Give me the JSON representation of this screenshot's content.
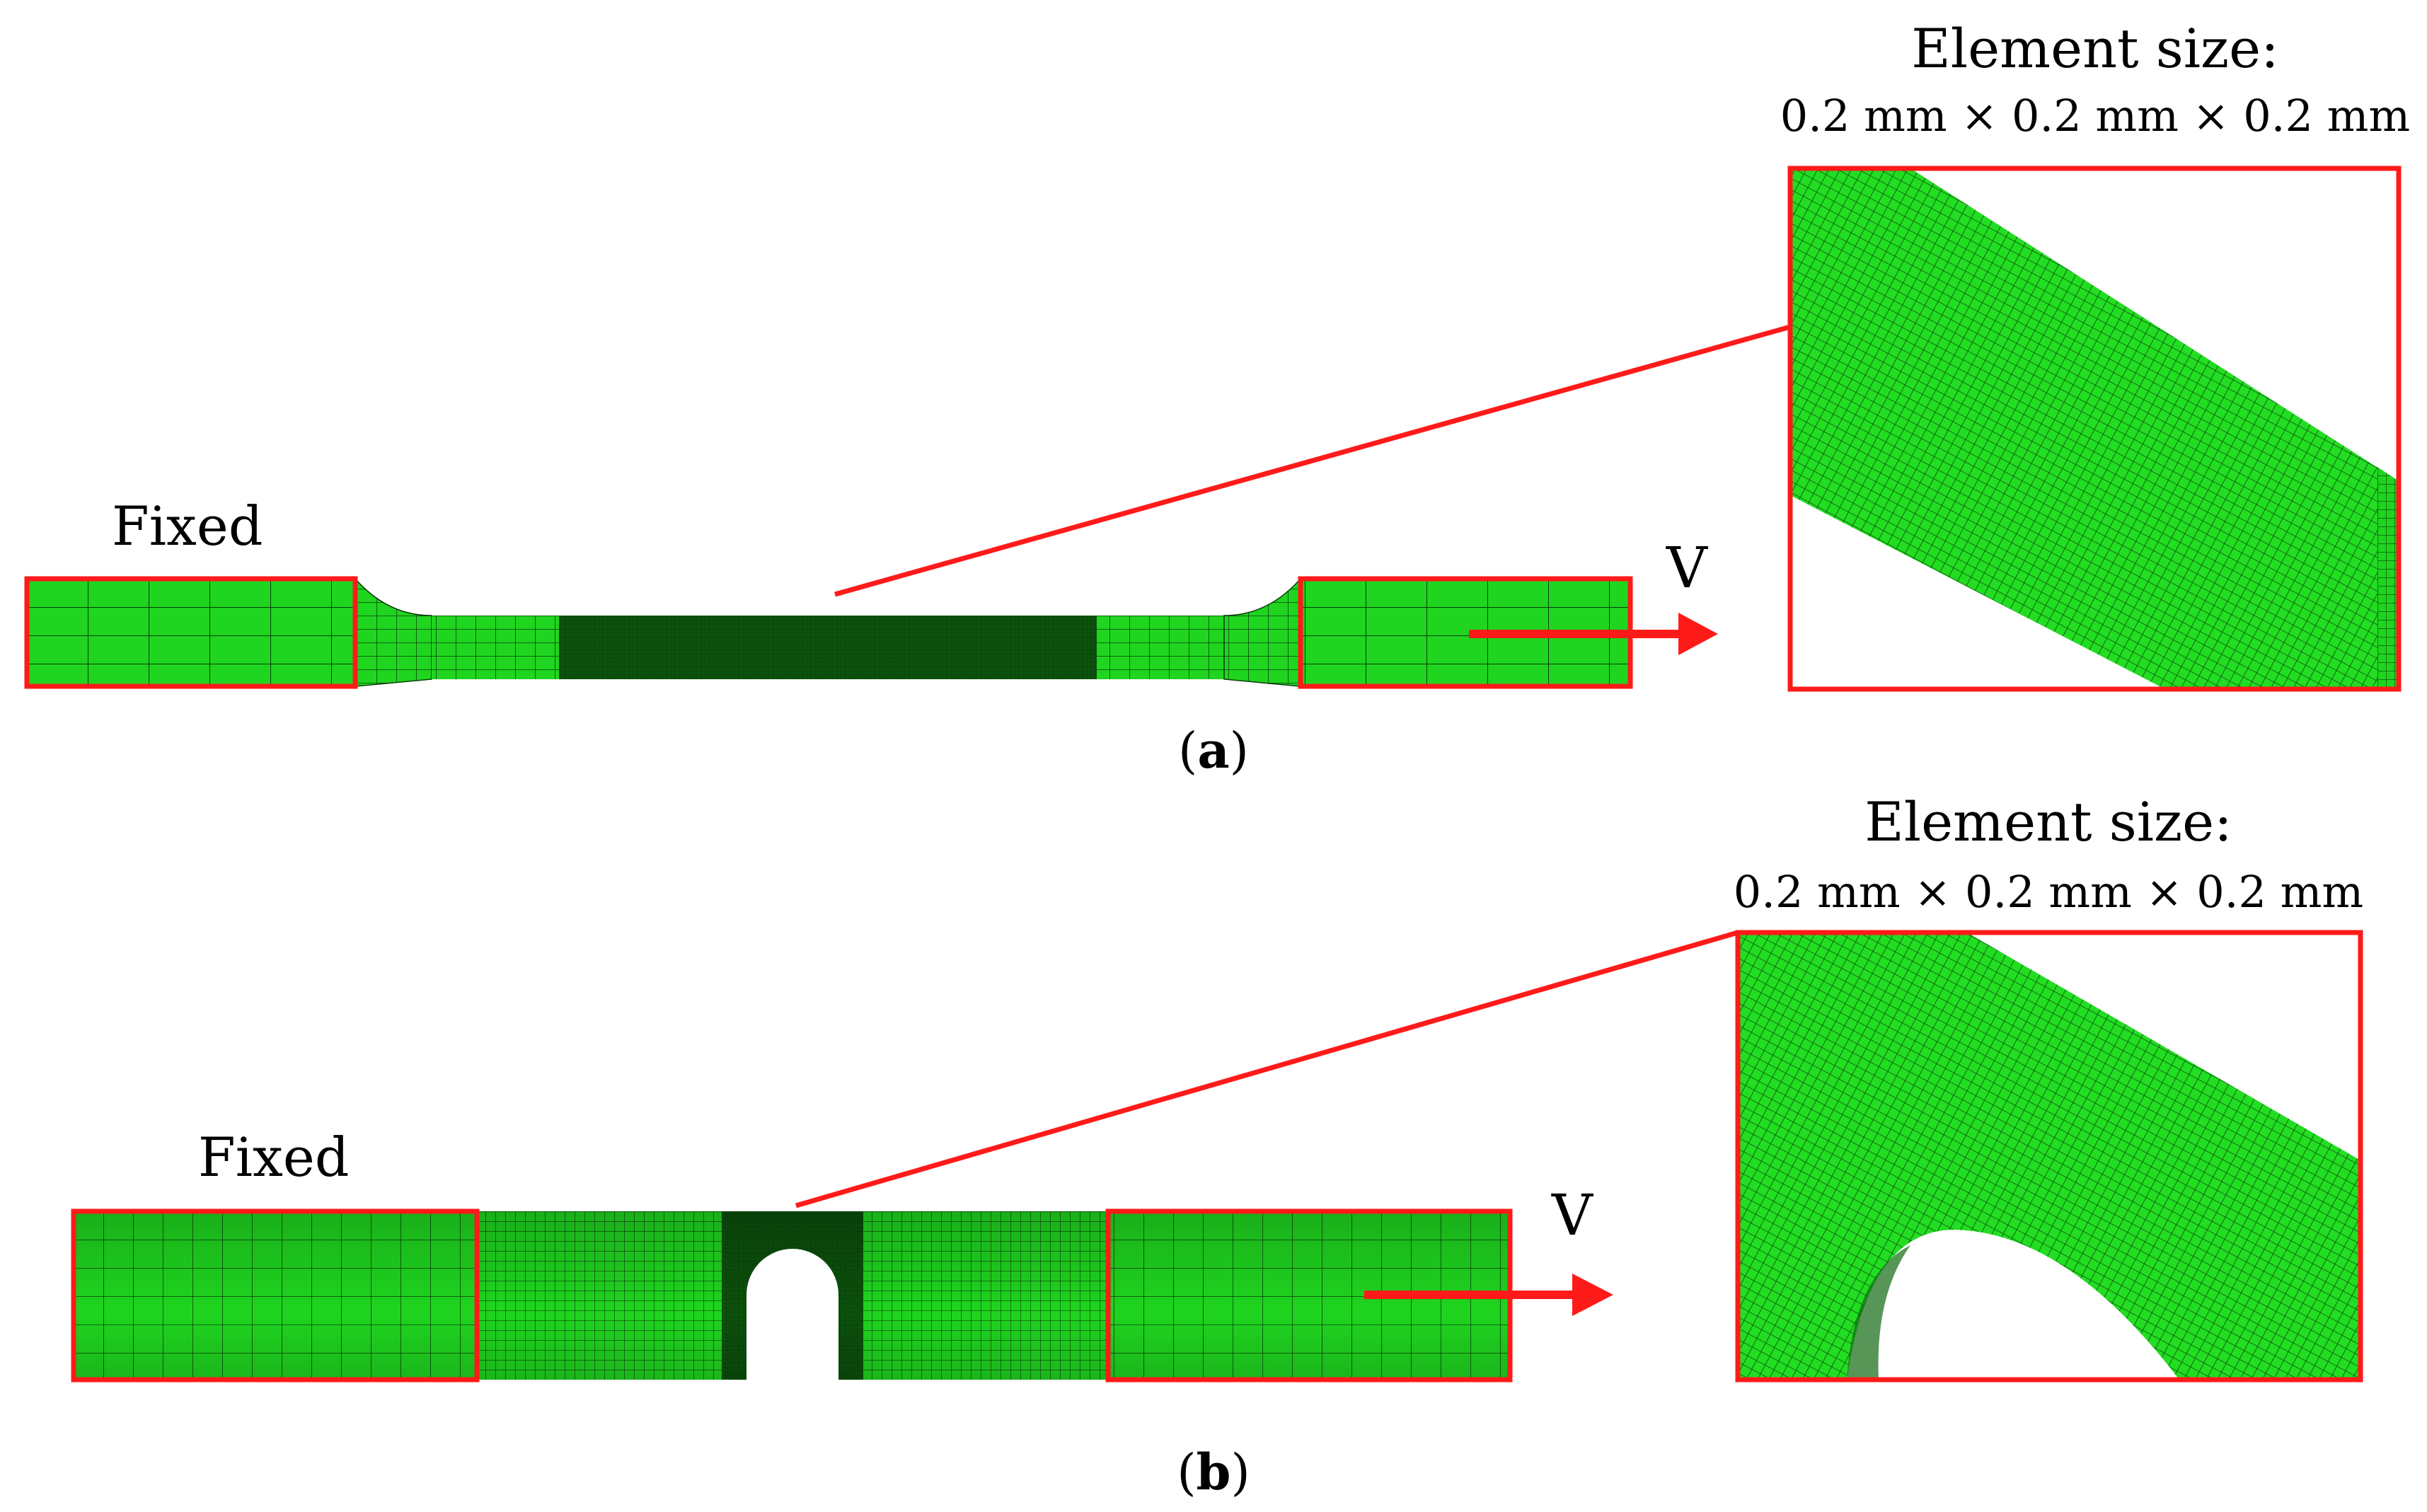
{
  "colors": {
    "mesh_green": "#1fd51f",
    "mesh_line": "#0a3d0a",
    "dense_mesh": "#0b4a0b",
    "callout_red": "#ff1a1a"
  },
  "panel_a": {
    "fixed_label": "Fixed",
    "velocity_label": "V",
    "element_size_title": "Element size:",
    "element_size_value": "0.2 mm × 0.2 mm × 0.2 mm",
    "caption_letter": "a"
  },
  "panel_b": {
    "fixed_label": "Fixed",
    "velocity_label": "V",
    "element_size_title": "Element size:",
    "element_size_value": "0.2 mm × 0.2 mm × 0.2 mm",
    "caption_letter": "b"
  }
}
